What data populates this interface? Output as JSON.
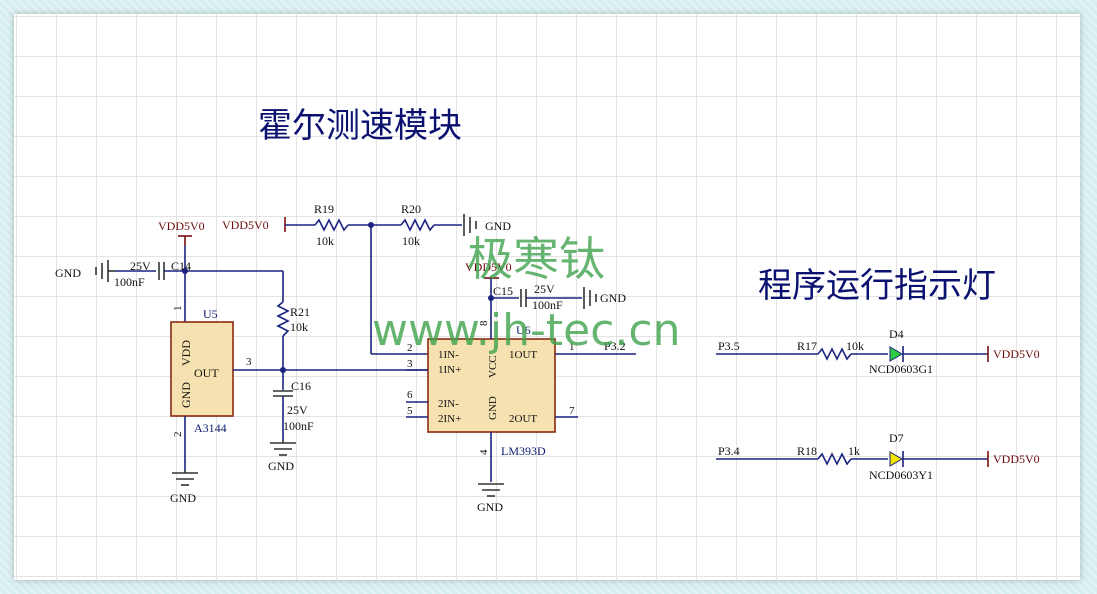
{
  "titles": {
    "hall_module": "霍尔测速模块",
    "indicator": "程序运行指示灯"
  },
  "watermark": {
    "brand": "极寒钛",
    "url": "www.jh-tec.cn"
  },
  "nets": {
    "vdd": "VDD5V0",
    "gnd": "GND",
    "p32": "P3.2",
    "p35": "P3.5",
    "p34": "P3.4"
  },
  "components": {
    "c14": {
      "ref": "C14",
      "voltage": "25V",
      "value": "100nF"
    },
    "c15": {
      "ref": "C15",
      "voltage": "25V",
      "value": "100nF"
    },
    "c16": {
      "ref": "C16",
      "voltage": "25V",
      "value": "100nF"
    },
    "r19": {
      "ref": "R19",
      "value": "10k"
    },
    "r20": {
      "ref": "R20",
      "value": "10k"
    },
    "r21": {
      "ref": "R21",
      "value": "10k"
    },
    "r17": {
      "ref": "R17",
      "value": "10k"
    },
    "r18": {
      "ref": "R18",
      "value": "1k"
    },
    "u5": {
      "ref": "U5",
      "part": "A3144",
      "vdd": "VDD",
      "gnd": "GND",
      "out": "OUT",
      "pin1": "1",
      "pin2": "2",
      "pin3": "3"
    },
    "u6": {
      "ref": "U6",
      "part": "LM393D",
      "pins": {
        "in1m": "1IN-",
        "in1p": "1IN+",
        "in2m": "2IN-",
        "in2p": "2IN+",
        "vcc": "VCC",
        "gnd": "GND",
        "out1": "1OUT",
        "out2": "2OUT"
      },
      "nums": {
        "p1": "1",
        "p2": "2",
        "p3": "3",
        "p4": "4",
        "p5": "5",
        "p6": "6",
        "p7": "7",
        "p8": "8"
      }
    },
    "d4": {
      "ref": "D4",
      "part": "NCD0603G1"
    },
    "d7": {
      "ref": "D7",
      "part": "NCD0603Y1"
    }
  },
  "colors": {
    "wire": "#1a237e",
    "power": "#7a1010",
    "led_green": "#2ecc40",
    "led_yellow": "#f2e600",
    "watermark": "#3fa34d"
  }
}
